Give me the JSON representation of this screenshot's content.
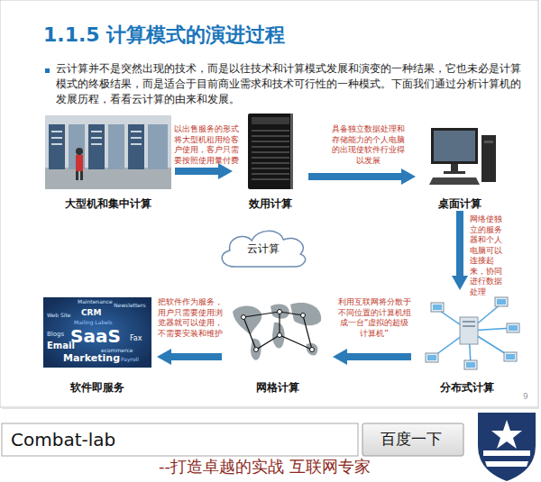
{
  "diagram": {
    "title": "1.1.5 计算模式的演进过程",
    "nodes": [
      {
        "text": [
          "大型机和集中计算"
        ]
      },
      {
        "text": [
          "效用计算"
        ]
      },
      {
        "text": [
          "桌面计算"
        ]
      },
      {
        "text": [
          "分布式计算"
        ]
      },
      {
        "text": [
          "网格计算"
        ]
      },
      {
        "text": [
          "软件即服务"
        ]
      },
      {
        "text": [
          "云计算"
        ]
      }
    ],
    "edges": [
      {
        "from": 0,
        "to": 1,
        "arrow": "to",
        "label": "以出售服务的形式将大型机租用给客户使用，客户只需要按照使用量付费"
      },
      {
        "from": 1,
        "to": 2,
        "arrow": "to",
        "label": "具备独立数据处理和存储能力的个人电脑的出现使软件行业得以发展"
      },
      {
        "from": 2,
        "to": 3,
        "arrow": "to",
        "label": "网络使独立的服务器和个人电脑可以连接起来，协同进行数据处理"
      },
      {
        "from": 3,
        "to": 4,
        "arrow": "to",
        "label": "利用互联网将分散于不同位置的计算机组成一台“虚拟的超级计算机”"
      },
      {
        "from": 4,
        "to": 5,
        "arrow": "to",
        "label": "把软件作为服务，用户只需要使用浏览器就可以使用，不需要安装和维护"
      }
    ],
    "labels": [
      "云计算并不是突然出现的技术，而是以往技术和计算模式发展和演变的一种结果，它也未必是计算模式的终极结果，而是适合于目前商业需求和技术可行性的一种模式。下面我们通过分析计算机的发展历程，看看云计算的由来和发展。",
      "Maintenance",
      "Newsletters",
      "CRM",
      "Mailing Labels",
      "Web Site",
      "SaaS",
      "Blogs",
      "Fax",
      "Email",
      "ecommerce",
      "Marketing",
      "Payroll",
      "9",
      "Combat-lab",
      "百度一下",
      "--打造卓越的实战 互联网专家"
    ]
  }
}
